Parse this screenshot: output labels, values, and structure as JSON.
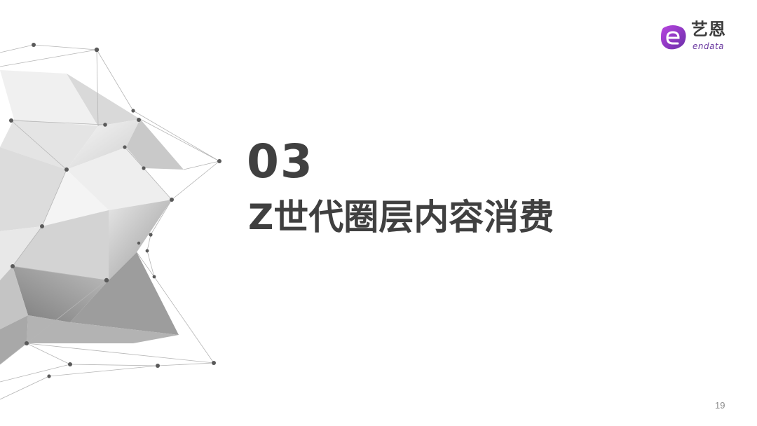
{
  "section": {
    "number": "03",
    "title": "Z世代圈层内容消费"
  },
  "logo": {
    "chinese": "艺恩",
    "english": "endata",
    "colors": {
      "gradient_start": "#a83fd6",
      "gradient_end": "#6a2fa8",
      "text": "#3d3d3d"
    }
  },
  "footer": {
    "page_number": "19"
  },
  "decoration": {
    "icon": "low-poly-polygon-network-icon",
    "colors": {
      "light": "#f2f2f2",
      "mid": "#c8c8c8",
      "dark": "#8c8c8c",
      "node": "#555555",
      "line": "#b0b0b0"
    }
  },
  "colors": {
    "title_text": "#404040",
    "background": "#ffffff"
  }
}
